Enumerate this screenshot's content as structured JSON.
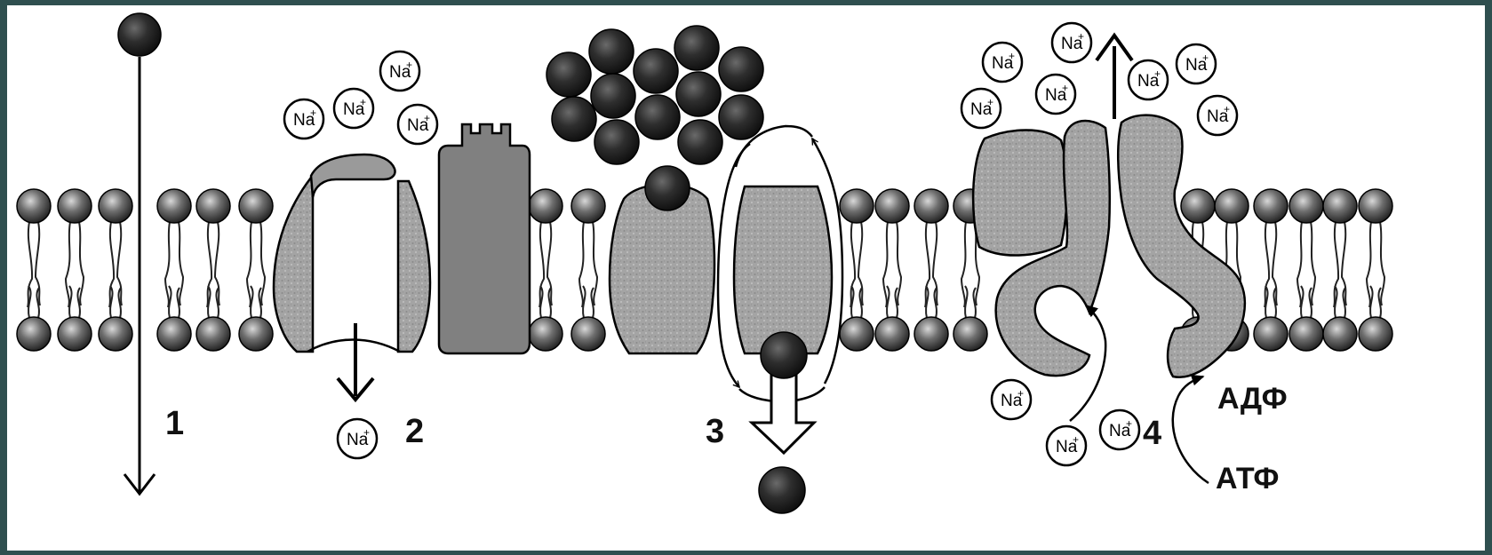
{
  "labels": {
    "route_1": "1",
    "route_2": "2",
    "route_3": "3",
    "route_4": "4",
    "adp": "АДФ",
    "atp": "АТФ"
  },
  "ion": {
    "symbol": "Na",
    "charge": "+"
  },
  "colors": {
    "frame": "#2f4f4f",
    "background": "#ffffff",
    "protein_gray": "#9a9a9a",
    "channel_dark": "#808080",
    "particle_dark": "#2b2b2b",
    "line": "#000000"
  },
  "icons": {
    "transported_particle": "dark-sphere-icon",
    "sodium_ion": "sodium-ion-icon",
    "lipid": "phospholipid-icon"
  }
}
